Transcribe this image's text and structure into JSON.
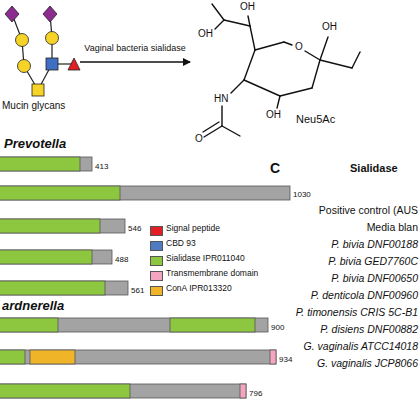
{
  "diagram": {
    "nodes": [
      {
        "text": [
          "Mucin glycans"
        ]
      },
      {
        "text": [
          "Neu5Ac"
        ]
      }
    ],
    "edges": [
      {
        "from": 0,
        "to": 1,
        "arrow": "to",
        "label": "Vaginal bacteria sialidase"
      }
    ],
    "labels": [
      "OH",
      "OH",
      "O",
      "HN",
      "O",
      "OH",
      "OH",
      "Prevotella",
      "413",
      "1030",
      "546",
      "488",
      "561",
      "ardnerella",
      "900",
      "934",
      "796",
      "C",
      "Sialidase",
      "Positive control (AUS",
      "Media blan",
      "P. bivia DNF00188",
      "P. bivia GED7760C",
      "P. bivia DNF00650",
      "P. denticola DNF00960",
      "P. timonensis CRIS 5C-B1",
      "P. disiens DNF00882",
      "G. vaginalis ATCC14018",
      "G. vaginalis JCP8066"
    ],
    "legend": [
      {
        "text": "Signal peptide",
        "color": "#e31e24"
      },
      {
        "text": "CBD 93",
        "color": "#4f7bc4"
      },
      {
        "text": "Sialidase IPR011040",
        "color": "#8dc63f"
      },
      {
        "text": "Transmembrane domain",
        "color": "#f4a6c0"
      },
      {
        "text": "ConA IPR013320",
        "color": "#f0b429"
      }
    ]
  }
}
